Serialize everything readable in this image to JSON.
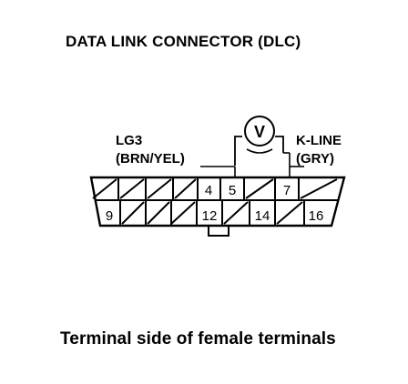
{
  "title": "DATA LINK CONNECTOR (DLC)",
  "caption": "Terminal side of female terminals",
  "left_label": {
    "line1": "LG3",
    "line2": "(BRN/YEL)"
  },
  "right_label": {
    "line1": "K-LINE",
    "line2": "(GRY)"
  },
  "meter_symbol": "V",
  "pins_top": [
    "4",
    "5",
    "7"
  ],
  "pins_bottom": [
    "9",
    "12",
    "14",
    "16"
  ],
  "colors": {
    "ink": "#000000",
    "background": "#ffffff"
  }
}
